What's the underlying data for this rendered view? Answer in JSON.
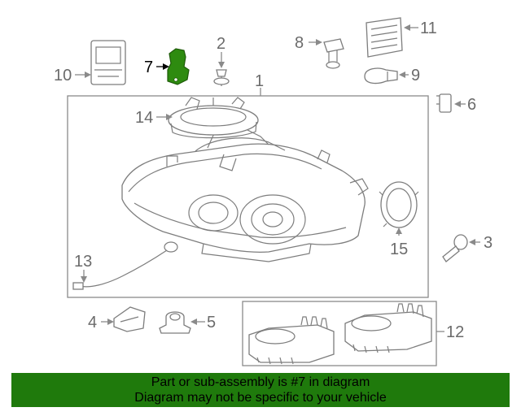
{
  "callouts": {
    "c1": "1",
    "c2": "2",
    "c3": "3",
    "c4": "4",
    "c5": "5",
    "c6": "6",
    "c7": "7",
    "c8": "8",
    "c9": "9",
    "c10": "10",
    "c11": "11",
    "c12": "12",
    "c13": "13",
    "c14": "14",
    "c15": "15"
  },
  "highlight": {
    "part": "7",
    "color": "#2e8b10"
  },
  "banner": {
    "line1": "Part or sub-assembly is #7 in diagram",
    "line2": "Diagram may not be specific to your vehicle",
    "color": "#1f7a0c"
  }
}
